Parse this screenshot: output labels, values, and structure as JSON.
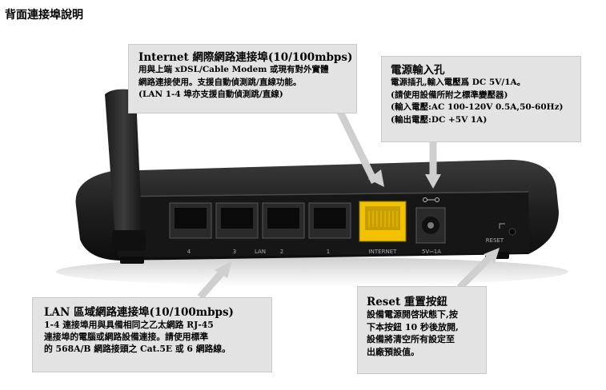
{
  "page_title": "背面連接埠說明",
  "callouts": {
    "internet": {
      "title": "Internet 網際網路連接埠(10/100mbps)",
      "lines": [
        "用與上端 xDSL/Cable Modem 或現有對外實體",
        "網路連接使用。支援自動偵測跳/直線功能。",
        "(LAN 1-4 埠亦支援自動偵測跳/直線)"
      ]
    },
    "power": {
      "title": "電源輸入孔",
      "lines": [
        "電源插孔,輸入電壓爲 DC 5V/1A。",
        "(請使用設備所附之標準變壓器)",
        "(輸入電壓:AC 100-120V 0.5A,50-60Hz)",
        "(輸出電壓:DC +5V 1A)"
      ]
    },
    "lan": {
      "title": "LAN 區域網路連接埠(10/100mbps)",
      "lines": [
        "1-4 連接埠用與具備相同之乙太網路 RJ-45",
        "連接埠的電腦或網路設備連接。請使用標準",
        "的 568A/B 網路接頭之 Cat.5E 或 6 網路線。"
      ]
    },
    "reset": {
      "title": "Reset 重置按鈕",
      "lines": [
        "設備電源開啓狀態下,按",
        "下本按鈕 10 秒後放開,",
        "設備將清空所有設定至",
        "出廠預設值。"
      ]
    }
  },
  "router_labels": {
    "port_4": "4",
    "port_3": "3",
    "lan": "LAN",
    "port_2": "2",
    "port_1": "1",
    "internet": "INTERNET",
    "power_rating": "5V⎓1A",
    "reset": "RESET"
  },
  "colors": {
    "callout_bg": "#e3e3e3",
    "arrow": "#cfcfcf",
    "router_body": "#1e1e1e",
    "internet_port": "#f2c200"
  }
}
